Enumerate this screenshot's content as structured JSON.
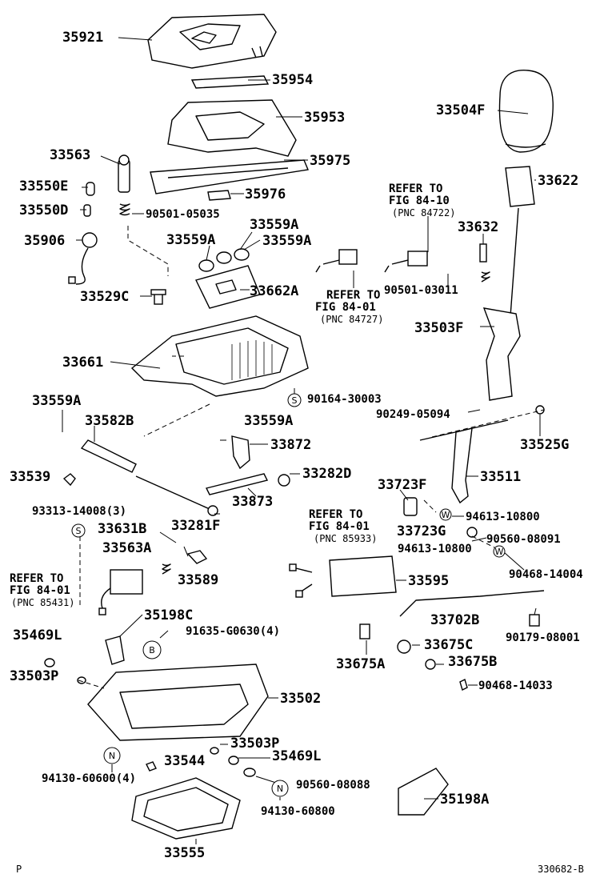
{
  "labels": {
    "p35921": "35921",
    "p35954": "35954",
    "p35953": "35953",
    "p33504F": "33504F",
    "p33563": "33563",
    "p35975": "35975",
    "p33550E": "33550E",
    "p33622": "33622",
    "p35976": "35976",
    "p33550D": "33550D",
    "p90501_05035": "90501-05035",
    "p33559A_top": "33559A",
    "p33632": "33632",
    "p33559A_l": "33559A",
    "p33559A_r": "33559A",
    "p35906": "35906",
    "p90501_03011": "90501-03011",
    "p33529C": "33529C",
    "p33662A": "33662A",
    "p33503F": "33503F",
    "p33661": "33661",
    "p90164_30003": "90164-30003",
    "p33559A_mid": "33559A",
    "p90249_05094": "90249-05094",
    "p33582B": "33582B",
    "p33559A_c": "33559A",
    "p33525G": "33525G",
    "p33872": "33872",
    "p33539": "33539",
    "p33282D": "33282D",
    "p33511": "33511",
    "p33723F": "33723F",
    "p33873": "33873",
    "p93313_14008": "93313-14008(3)",
    "p94613_10800a": "94613-10800",
    "p33631B": "33631B",
    "p33281F": "33281F",
    "p33723G": "33723G",
    "p90560_08091": "90560-08091",
    "p33563A": "33563A",
    "p94613_10800b": "94613-10800",
    "p33589": "33589",
    "p90468_14004": "90468-14004",
    "p33595": "33595",
    "p35198C": "35198C",
    "p33702B": "33702B",
    "p35469L_l": "35469L",
    "p91635_G0630": "91635-G0630(4)",
    "p90179_08001": "90179-08001",
    "p33675C": "33675C",
    "p33503P_l": "33503P",
    "p33675A": "33675A",
    "p33675B": "33675B",
    "p90468_14033": "90468-14033",
    "p33502": "33502",
    "p33503P_r": "33503P",
    "p35469L_r": "35469L",
    "p33544": "33544",
    "p94130_60600": "94130-60600(4)",
    "p90560_08088": "90560-08088",
    "p35198A": "35198A",
    "p94130_60800": "94130-60800",
    "p33555": "33555"
  },
  "refers": {
    "r1": {
      "l1": "REFER TO",
      "l2": "FIG 84-10",
      "l3": "(PNC 84722)"
    },
    "r2": {
      "l1": "REFER TO",
      "l2": "FIG 84-01",
      "l3": "(PNC 84727)"
    },
    "r3": {
      "l1": "REFER TO",
      "l2": "FIG 84-01",
      "l3": "(PNC 85933)"
    },
    "r4": {
      "l1": "REFER TO",
      "l2": "FIG 84-01",
      "l3": "(PNC 85431)"
    }
  },
  "symbols": {
    "s": "S",
    "w": "W",
    "b": "B",
    "n": "N"
  },
  "footer": {
    "left": "P",
    "right": "330682-B"
  }
}
